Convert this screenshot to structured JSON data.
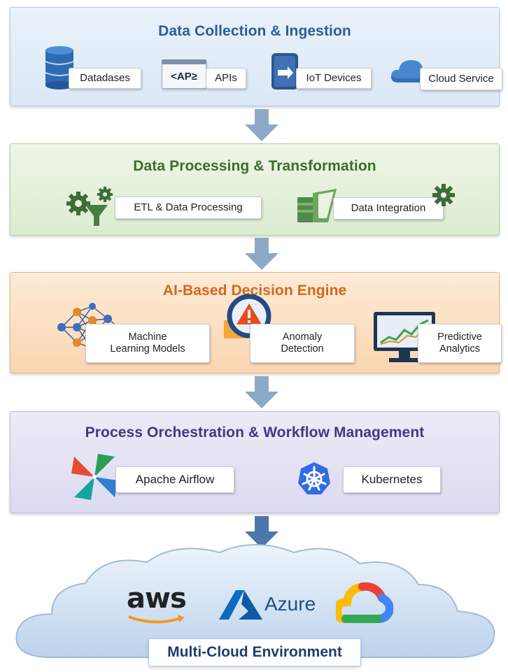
{
  "layers": [
    {
      "title": "Data Collection & Ingestion",
      "items": [
        {
          "label": "Datadases",
          "icon": "database-icon"
        },
        {
          "label": "APIs",
          "icon": "api-icon",
          "icon_text": "<AP≥"
        },
        {
          "label": "IoT Devices",
          "icon": "iot-device-icon"
        },
        {
          "label": "Cloud Service",
          "icon": "cloud-icon"
        }
      ]
    },
    {
      "title": "Data Processing & Transformation",
      "items": [
        {
          "label": "ETL & Data Processing",
          "icon": "gear-funnel-icon"
        },
        {
          "label": "Data Integration",
          "icon": "data-integration-icon"
        }
      ]
    },
    {
      "title": "AI-Based Decision Engine",
      "items": [
        {
          "line1": "Machine",
          "line2": "Learning Models",
          "icon": "neural-network-icon"
        },
        {
          "line1": "Anomaly",
          "line2": "Detection",
          "icon": "magnifier-warning-icon"
        },
        {
          "line1": "Predictive",
          "line2": "Analytics",
          "icon": "monitor-chart-icon"
        }
      ]
    },
    {
      "title": "Process Orchestration & Workflow Management",
      "items": [
        {
          "label": "Apache Airflow",
          "icon": "airflow-icon"
        },
        {
          "label": "Kubernetes",
          "icon": "kubernetes-icon"
        }
      ]
    }
  ],
  "cloud": {
    "title": "Multi-Cloud Environment",
    "logos": [
      {
        "name": "aws",
        "icon": "aws-logo"
      },
      {
        "name": "Azure",
        "icon": "azure-logo"
      },
      {
        "name": "",
        "icon": "google-cloud-logo"
      }
    ]
  },
  "colors": {
    "layer1": "#2d5d9a",
    "layer2": "#3d6d2c",
    "layer3": "#d5671b",
    "layer4": "#3f3a86",
    "arrow": "#8ea9c8"
  }
}
